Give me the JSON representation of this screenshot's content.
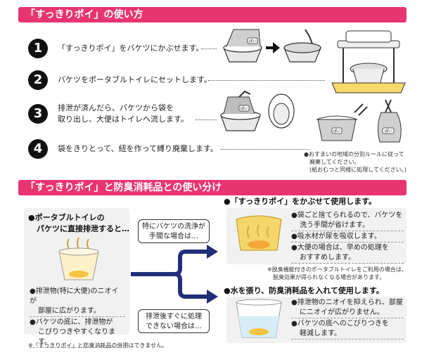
{
  "section1": {
    "title": "「すっきりポイ」の使い方",
    "steps": [
      {
        "num": "1",
        "text": "「すっきりポイ」をバケツにかぶせます。"
      },
      {
        "num": "2",
        "text": "バケツをポータブルトイレにセットします。"
      },
      {
        "num": "3",
        "line1": "排泄が済んだら、バケツから袋を",
        "line2": "取り出し、大便はトイレへ流します。"
      },
      {
        "num": "4",
        "text": "袋をきりとって、紐を作って縛り廃棄します。"
      }
    ],
    "note": {
      "line1": "●おすまいの地域の分別ルールに従って",
      "line2": "廃棄してください。",
      "line3": "(紙おむつと同様に処理してください。)"
    },
    "bag_label": "ぽい"
  },
  "section2": {
    "title": "「すっきりポイ」と防臭消耗品との使い分け",
    "left": {
      "heading_line1": "●ポータブルトイレの",
      "heading_line2": "パケツに直接排泄すると…",
      "bullets": [
        {
          "line1": "●排泄物(特に大便)のニオイが",
          "line2": "部屋に広がります。"
        },
        {
          "line1": "●バケツの底に、排泄物が",
          "line2": "こびりつきやすくなります。"
        }
      ]
    },
    "bubble_top": {
      "line1": "特にバケツの洗浄が",
      "line2": "手間な場合は…"
    },
    "bubble_bottom": {
      "line1": "排泄後すぐに処理",
      "line2": "できない場合は…"
    },
    "right_top": {
      "heading": "●「すっきりポイ」をかぶせて使用します。",
      "bullets": [
        {
          "line1": "●袋ごと捨てられるので、バケツを",
          "line2": "洗う手間が省けます。"
        },
        {
          "line1": "●吸水材が尿を吸収します。"
        },
        {
          "line1": "●大便の場合は、早めの処理を",
          "line2": "おすすめします。"
        }
      ],
      "note_line1": "※脱臭機能付きのポータブルトイレをご利用の場合は、",
      "note_line2": "脱臭効果が得られなくなる場合があります。"
    },
    "right_bottom": {
      "heading": "●水を張り、防臭消耗品を入れて使用します。",
      "bullets": [
        {
          "line1": "●排泄物のニオイを抑えられ、部屋",
          "line2": "にニオイが広がりません。"
        },
        {
          "line1": "●バケツの底へのこびりつきを",
          "line2": "軽減します。"
        }
      ]
    },
    "footnote": "※「すっきりポイ」と防臭消耗品の併用はできません。"
  }
}
